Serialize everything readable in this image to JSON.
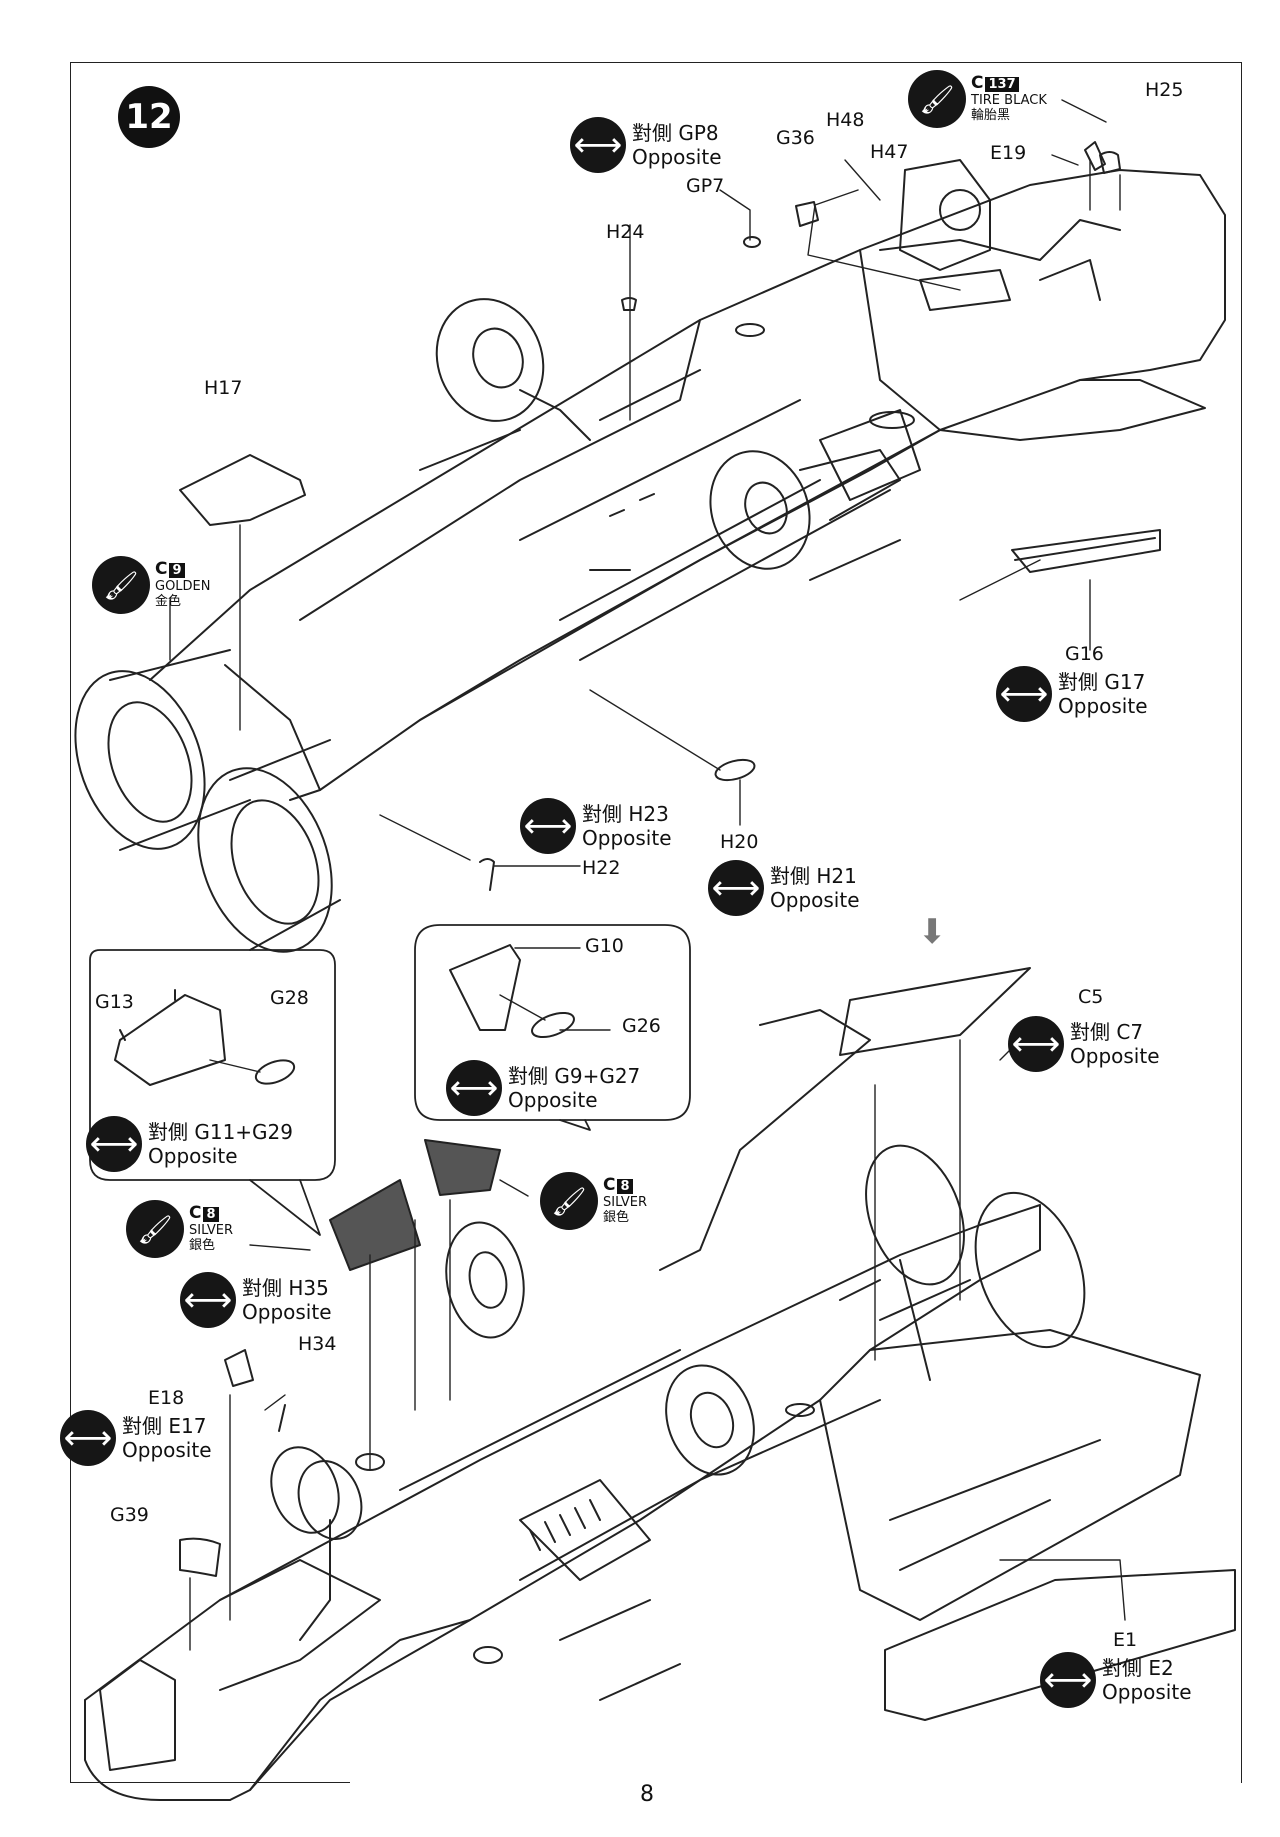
{
  "step": "12",
  "page_number": "8",
  "part_labels": {
    "H25": "H25",
    "E19": "E19",
    "H48": "H48",
    "H47": "H47",
    "G36": "G36",
    "GP7": "GP7",
    "H24": "H24",
    "H17": "H17",
    "G16": "G16",
    "H20": "H20",
    "H22": "H22",
    "G10": "G10",
    "G26": "G26",
    "G13": "G13",
    "G28": "G28",
    "C5": "C5",
    "H34": "H34",
    "E18": "E18",
    "G39": "G39",
    "E1": "E1"
  },
  "opposites": [
    {
      "cn": "對側 GP8",
      "en": "Opposite"
    },
    {
      "cn": "對側 G17",
      "en": "Opposite"
    },
    {
      "cn": "對側 H23",
      "en": "Opposite"
    },
    {
      "cn": "對側 H21",
      "en": "Opposite"
    },
    {
      "cn": "對側 G9+G27",
      "en": "Opposite"
    },
    {
      "cn": "對側 G11+G29",
      "en": "Opposite"
    },
    {
      "cn": "對側 C7",
      "en": "Opposite"
    },
    {
      "cn": "對側 H35",
      "en": "Opposite"
    },
    {
      "cn": "對側 E17",
      "en": "Opposite"
    },
    {
      "cn": "對側 E2",
      "en": "Opposite"
    }
  ],
  "paints": [
    {
      "code": "C",
      "num": "137",
      "en": "TIRE BLACK",
      "zh": "輪胎黑"
    },
    {
      "code": "C",
      "num": "9",
      "en": "GOLDEN",
      "zh": "金色"
    },
    {
      "code": "C",
      "num": "8",
      "en": "SILVER",
      "zh": "銀色"
    },
    {
      "code": "C",
      "num": "8",
      "en": "SILVER",
      "zh": "銀色"
    }
  ],
  "icons": {
    "opposite": "left-right-arrow-icon",
    "paint": "paint-brush-icon",
    "next": "down-arrow-icon"
  }
}
